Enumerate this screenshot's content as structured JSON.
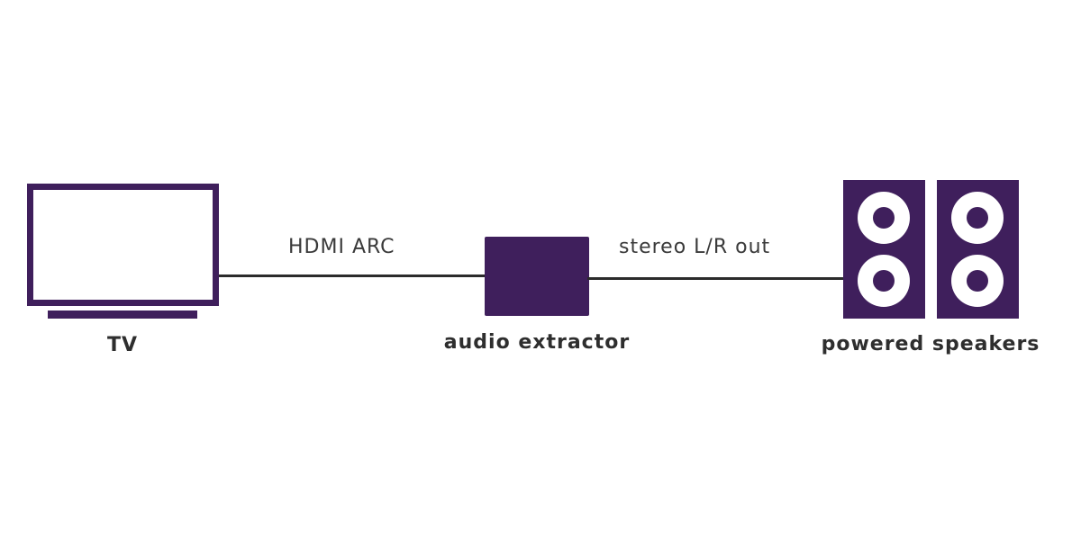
{
  "colors": {
    "accent": "#3f1f5c",
    "cable": "#2b2b2b",
    "text": "#2e2e2e"
  },
  "nodes": {
    "tv": {
      "label": "TV",
      "icon": "tv-icon"
    },
    "extractor": {
      "label": "audio extractor",
      "icon": "audio-extractor-box"
    },
    "speakers": {
      "label": "powered speakers",
      "icon": "speaker-icon"
    }
  },
  "connections": {
    "hdmi": {
      "label": "HDMI ARC"
    },
    "stereo": {
      "label": "stereo L/R out"
    }
  }
}
